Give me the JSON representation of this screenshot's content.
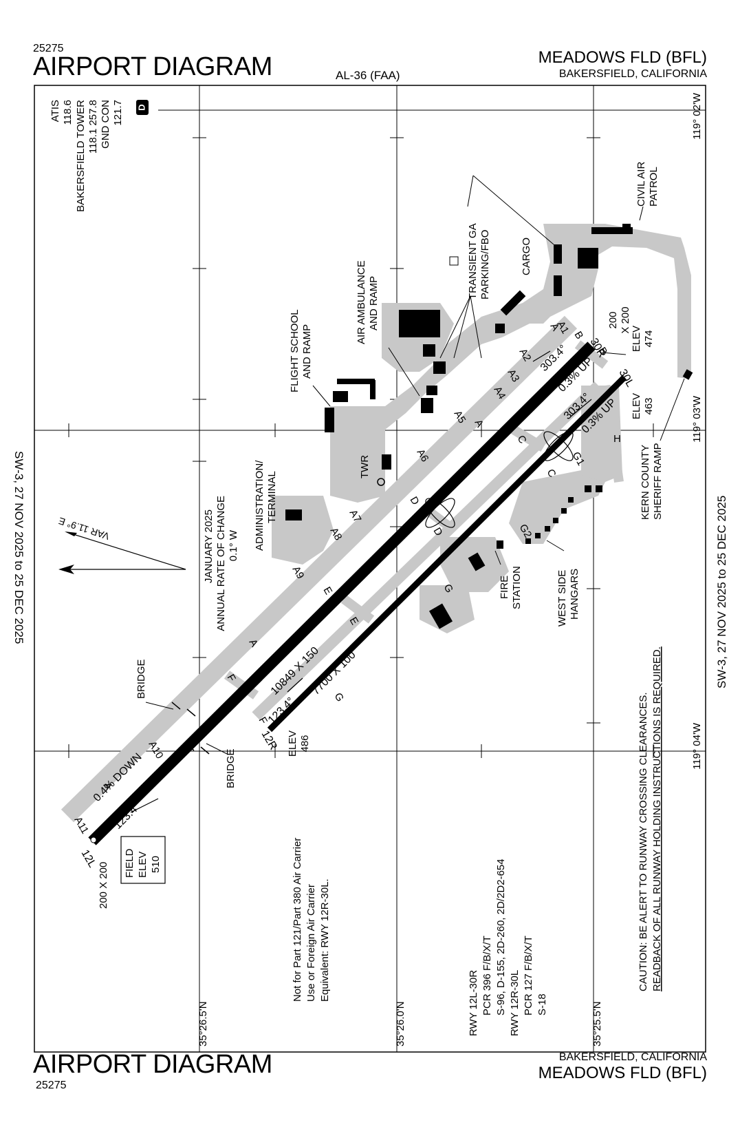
{
  "header": {
    "volume_number": "25275",
    "title": "AIRPORT DIAGRAM",
    "procedure_id": "AL-36 (FAA)",
    "airport_name": "MEADOWS FLD",
    "airport_ident": "(BFL)",
    "city_state": "BAKERSFIELD, CALIFORNIA"
  },
  "footer": {
    "title": "AIRPORT DIAGRAM",
    "volume_number": "25275",
    "city_state": "BAKERSFIELD, CALIFORNIA",
    "airport_name": "MEADOWS FLD",
    "airport_ident": "(BFL)"
  },
  "side_margin": {
    "effective_dates": "SW-3,  27 NOV 2025  to  25 DEC 2025"
  },
  "frequencies": {
    "atis_label": "ATIS",
    "atis_freq": "118.6",
    "tower_label": "BAKERSFIELD TOWER",
    "tower_freq": "118.1 257.8",
    "gnd_label": "GND CON",
    "gnd_freq": "121.7",
    "airspace_badge": "D"
  },
  "coordinates": {
    "lon_1": "119° 02'W",
    "lon_2": "119° 03'W",
    "lon_3": "119° 04'W",
    "lat_1": "35°26.5'N",
    "lat_2": "35°26.0'N",
    "lat_3": "35°25.5'N"
  },
  "variation": {
    "var_label": "VAR 11.9° E",
    "annual_line1": "JANUARY 2025",
    "annual_line2": "ANNUAL RATE OF CHANGE",
    "annual_line3": "0.1° W"
  },
  "runways": {
    "rwy_12l_30r": {
      "end_12": "12L",
      "end_30": "30R",
      "dimensions": "10849 X 150",
      "heading_12": "123.4°",
      "heading_30": "303.4°",
      "slope_12": "0.4% DOWN",
      "slope_30": "0.3% UP",
      "elev_30_label": "ELEV",
      "elev_30_value": "474",
      "field_elev_label_1": "FIELD",
      "field_elev_label_2": "ELEV",
      "field_elev_value": "510",
      "overrun_12": "200 X 200",
      "overrun_30": "200",
      "overrun_30b": "X 200"
    },
    "rwy_12r_30l": {
      "end_12": "12R",
      "end_30": "30L",
      "dimensions": "7700 X 100",
      "heading_12": "123.4°",
      "heading_30": "303.4°",
      "slope_30": "0.3% UP",
      "elev_12_label": "ELEV",
      "elev_12_value": "486",
      "elev_30_label": "ELEV",
      "elev_30_value": "463"
    }
  },
  "taxiways": [
    "A",
    "A1",
    "A2",
    "A3",
    "A4",
    "A5",
    "A6",
    "A7",
    "A8",
    "A9",
    "A10",
    "A11",
    "B",
    "B",
    "C",
    "C",
    "D",
    "D",
    "E",
    "E",
    "F",
    "F",
    "G",
    "G",
    "G1",
    "G2",
    "H"
  ],
  "labels": {
    "civil_air_patrol_1": "CIVIL AIR",
    "civil_air_patrol_2": "PATROL",
    "transient_1": "TRANSIENT GA",
    "transient_2": "PARKING/FBO",
    "cargo": "CARGO",
    "air_ambulance_1": "AIR AMBULANCE",
    "air_ambulance_2": "AND RAMP",
    "flight_school_1": "FLIGHT SCHOOL",
    "flight_school_2": "AND RAMP",
    "admin_1": "ADMINISTRATION/",
    "admin_2": "TERMINAL",
    "twr": "TWR",
    "fire_1": "FIRE",
    "fire_2": "STATION",
    "west_side_1": "WEST SIDE",
    "west_side_2": "HANGARS",
    "kern_1": "KERN COUNTY",
    "kern_2": "SHERIFF RAMP",
    "bridge": "BRIDGE"
  },
  "notes": {
    "part121_1": "Not for Part 121/Part 380 Air Carrier",
    "part121_2": "Use or Foreign Air Carrier",
    "part121_3": "Equivalent: RWY 12R-30L.",
    "pcr_1": "RWY 12L-30R",
    "pcr_2": "PCR 396 F/B/X/T",
    "pcr_3": "S-96, D-155, 2D-260, 2D/2D2-654",
    "pcr_4": "RWY 12R-30L",
    "pcr_5": "PCR 127 F/B/X/T",
    "pcr_6": "S-18",
    "caution_1": "CAUTION: BE ALERT TO RUNWAY CROSSING CLEARANCES.",
    "caution_2": "READBACK OF ALL RUNWAY HOLDING INSTRUCTIONS IS REQUIRED."
  }
}
